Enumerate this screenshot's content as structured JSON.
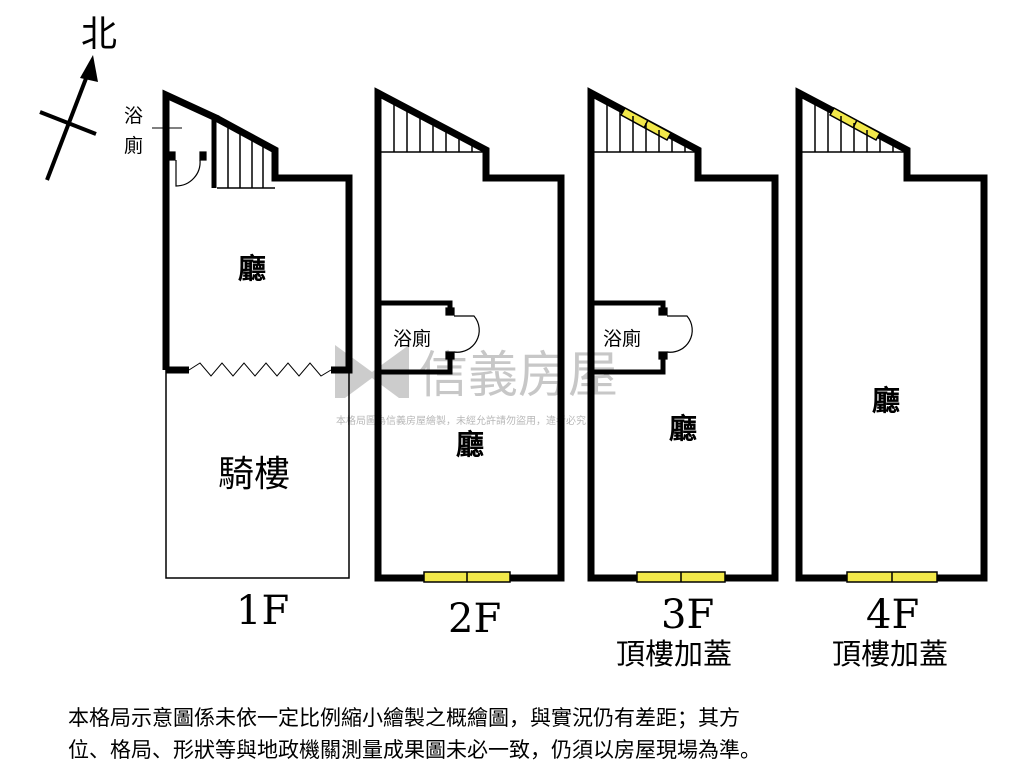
{
  "compass": {
    "north_label": "北"
  },
  "watermark": {
    "brand": "信義房屋",
    "notice": "本格局圖為信義房屋繪製，未經允許請勿盜用，違者必究"
  },
  "floors": [
    {
      "label": "1F",
      "subtitle": "",
      "rooms": [
        "浴",
        "廁",
        "廳",
        "騎樓"
      ]
    },
    {
      "label": "2F",
      "subtitle": "",
      "rooms": [
        "浴廁",
        "廳"
      ]
    },
    {
      "label": "3F",
      "subtitle": "頂樓加蓋",
      "rooms": [
        "浴廁",
        "廳"
      ]
    },
    {
      "label": "4F",
      "subtitle": "頂樓加蓋",
      "rooms": [
        "廳"
      ]
    }
  ],
  "disclaimer": {
    "line1": "本格局示意圖係未依一定比例縮小繪製之概繪圖，與實況仍有差距；其方",
    "line2": "位、格局、形狀等與地政機關測量成果圖未必一致，仍須以房屋現場為準。"
  }
}
